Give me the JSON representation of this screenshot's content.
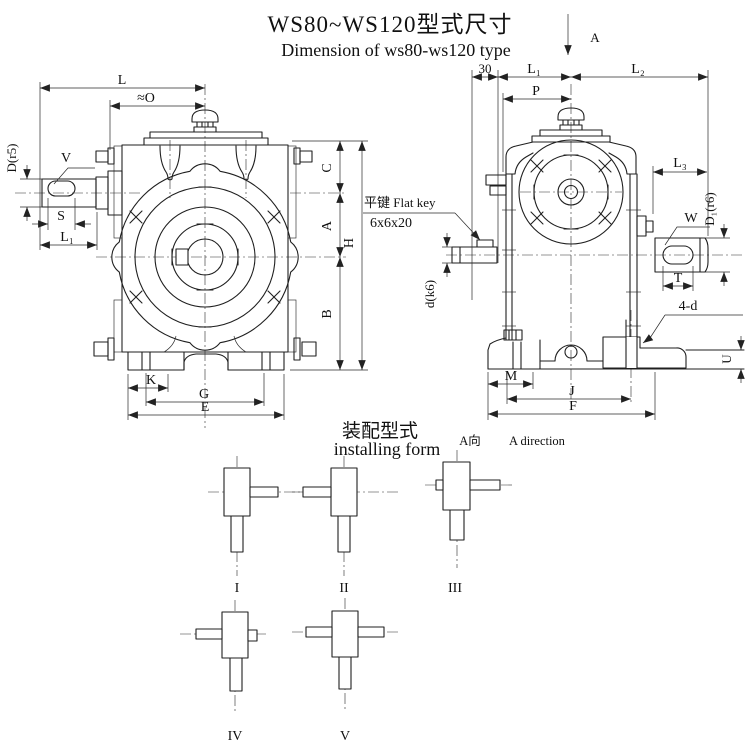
{
  "title": {
    "cn": "WS80~WS120型式尺寸",
    "en": "Dimension of ws80-ws120  type"
  },
  "view_arrow": "A",
  "front": {
    "L": "L",
    "O": "≈O",
    "D": "D(r5)",
    "V": "V",
    "S": "S",
    "L1": "L₁",
    "C": "C",
    "A": "A",
    "B": "B",
    "H": "H",
    "K": "K",
    "G": "G",
    "E": "E"
  },
  "side": {
    "n30": "30",
    "L1": "L₁",
    "L2": "L₂",
    "P": "P",
    "L3": "L₃",
    "key_label": "平键 Flat key",
    "key_size": "6x6x20",
    "d": "d(k6)",
    "W": "W",
    "D1": "D₁(r6)",
    "T": "T",
    "holes": "4-d",
    "U": "U",
    "M": "M",
    "J": "J",
    "F": "F"
  },
  "install": {
    "cn": "装配型式",
    "en": "installing form",
    "a_cn": "A向",
    "a_en": "A direction",
    "forms": [
      "I",
      "II",
      "III",
      "IV",
      "V"
    ]
  },
  "colors": {
    "ink": "#1f1f1f",
    "bg": "#ffffff"
  }
}
